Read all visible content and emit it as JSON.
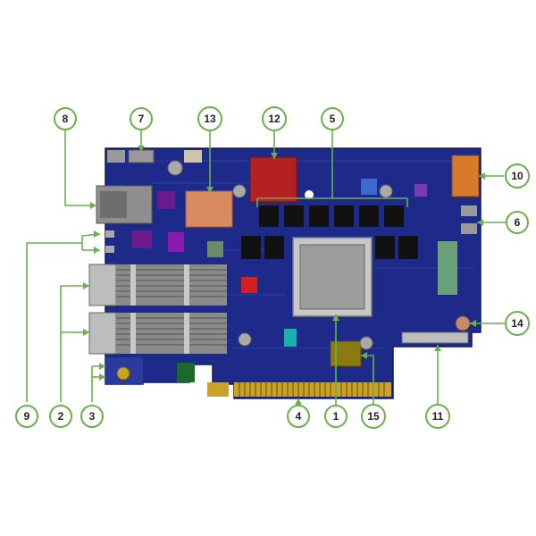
{
  "colors": {
    "accent": "#6ab04c",
    "board": "#1e2a8a",
    "board_edge": "#2a3a9e",
    "gold": "#c9a227",
    "heatsink": "#8a8a8a",
    "copper": "#d98b5f",
    "chip": "#b0b0b0",
    "red_chip": "#b22222",
    "label_text": "#222222",
    "background": "#ffffff"
  },
  "callouts": [
    {
      "id": "1",
      "label": "1"
    },
    {
      "id": "2",
      "label": "2"
    },
    {
      "id": "3",
      "label": "3"
    },
    {
      "id": "4",
      "label": "4"
    },
    {
      "id": "5",
      "label": "5"
    },
    {
      "id": "6",
      "label": "6"
    },
    {
      "id": "7",
      "label": "7"
    },
    {
      "id": "8",
      "label": "8"
    },
    {
      "id": "9",
      "label": "9"
    },
    {
      "id": "10",
      "label": "10"
    },
    {
      "id": "11",
      "label": "11"
    },
    {
      "id": "12",
      "label": "12"
    },
    {
      "id": "13",
      "label": "13"
    },
    {
      "id": "14",
      "label": "14"
    },
    {
      "id": "15",
      "label": "15"
    }
  ]
}
